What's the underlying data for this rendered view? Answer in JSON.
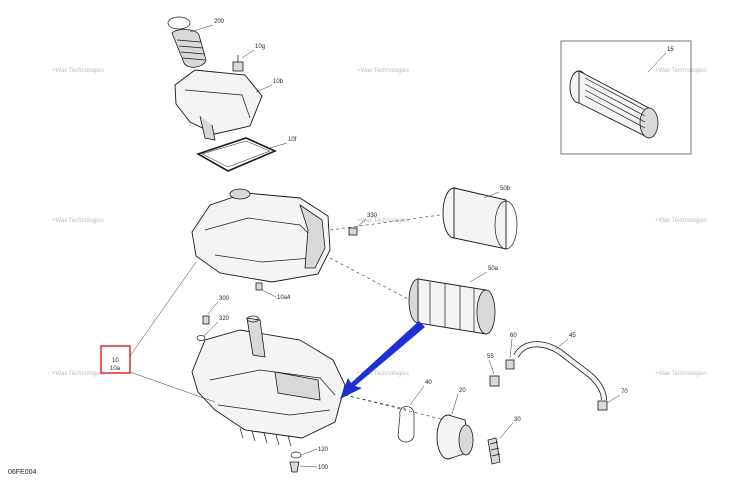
{
  "diagram_code": "06FE004",
  "highlight_box": {
    "line1": "10",
    "line2": "10a",
    "color": "#d62020"
  },
  "accent_arrow_color": "#1f2fd6",
  "callouts": {
    "c200": "200",
    "c10g": "10g",
    "c10b": "10b",
    "c10f": "10f",
    "c50b": "50b",
    "c50a": "50a",
    "c330": "330",
    "c300": "300",
    "c320": "320",
    "c10a4": "10a4",
    "c60": "60",
    "c45": "45",
    "c55": "55",
    "c40": "40",
    "c20": "20",
    "c70": "70",
    "c30": "30",
    "c120": "120",
    "c100": "100",
    "c15": "15"
  },
  "watermark_text": "+Wax Technologies"
}
